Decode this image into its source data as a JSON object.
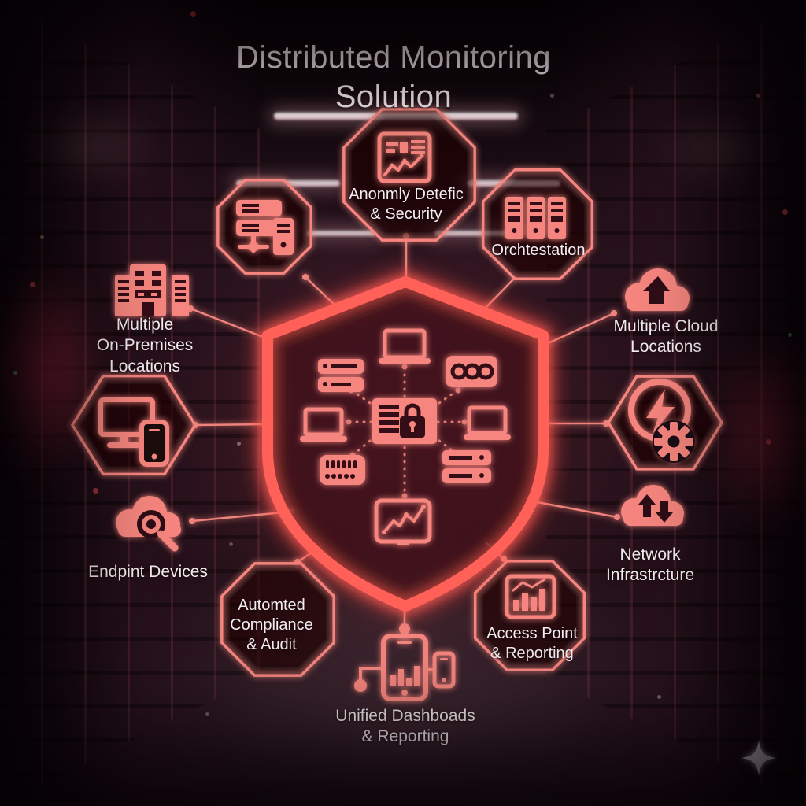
{
  "title": "Distributed Monitoring Solution",
  "colors": {
    "accent": "#f5857e",
    "shield_glow": "#ff6058",
    "text": "#f3ecf1",
    "background": "#1b0d14"
  },
  "center_shield": {
    "icon": "shield-lock-icon",
    "inner_icons": [
      "laptop-icon",
      "server-stack-icon",
      "control-panel-icon",
      "lock-card-icon",
      "vent-panel-icon",
      "chart-monitor-icon"
    ]
  },
  "nodes": {
    "anomaly": {
      "shape": "octagon",
      "icon": "report-chart-icon",
      "label": "Anonmly Detefic\n& Security"
    },
    "server_cluster": {
      "shape": "octagon",
      "icon": "server-network-icon",
      "label": ""
    },
    "orchestration": {
      "shape": "octagon",
      "icon": "server-towers-icon",
      "label": "Orchtestation"
    },
    "on_premises": {
      "shape": "icon-only",
      "icon": "buildings-icon",
      "label": "Multiple\nOn-Premises\nLocations"
    },
    "cloud_locations": {
      "shape": "icon-only",
      "icon": "cloud-upload-icon",
      "label": "Multiple Cloud\nLocations"
    },
    "endpoint_display": {
      "shape": "hexagon",
      "icon": "monitor-phone-icon",
      "label": ""
    },
    "power_ops": {
      "shape": "hexagon",
      "icon": "power-gear-icon",
      "label": ""
    },
    "endpoint_devices": {
      "shape": "icon-only",
      "icon": "cloud-search-icon",
      "label": "Endpint Devices"
    },
    "network_infrastructure": {
      "shape": "icon-only",
      "icon": "cloud-sync-icon",
      "label": "Network\nInfrastrcture"
    },
    "compliance": {
      "shape": "octagon",
      "icon": "none",
      "label": "Automted\nCompliance\n& Audit"
    },
    "access_point": {
      "shape": "octagon",
      "icon": "bar-chart-icon",
      "label": "Access Point\n& Reporting"
    },
    "dashboards": {
      "shape": "icon-only",
      "icon": "tablet-phone-icon",
      "label": "Unified Dashboads\n& Reporting"
    }
  },
  "decor": {
    "sparkle": "sparkle-icon"
  }
}
